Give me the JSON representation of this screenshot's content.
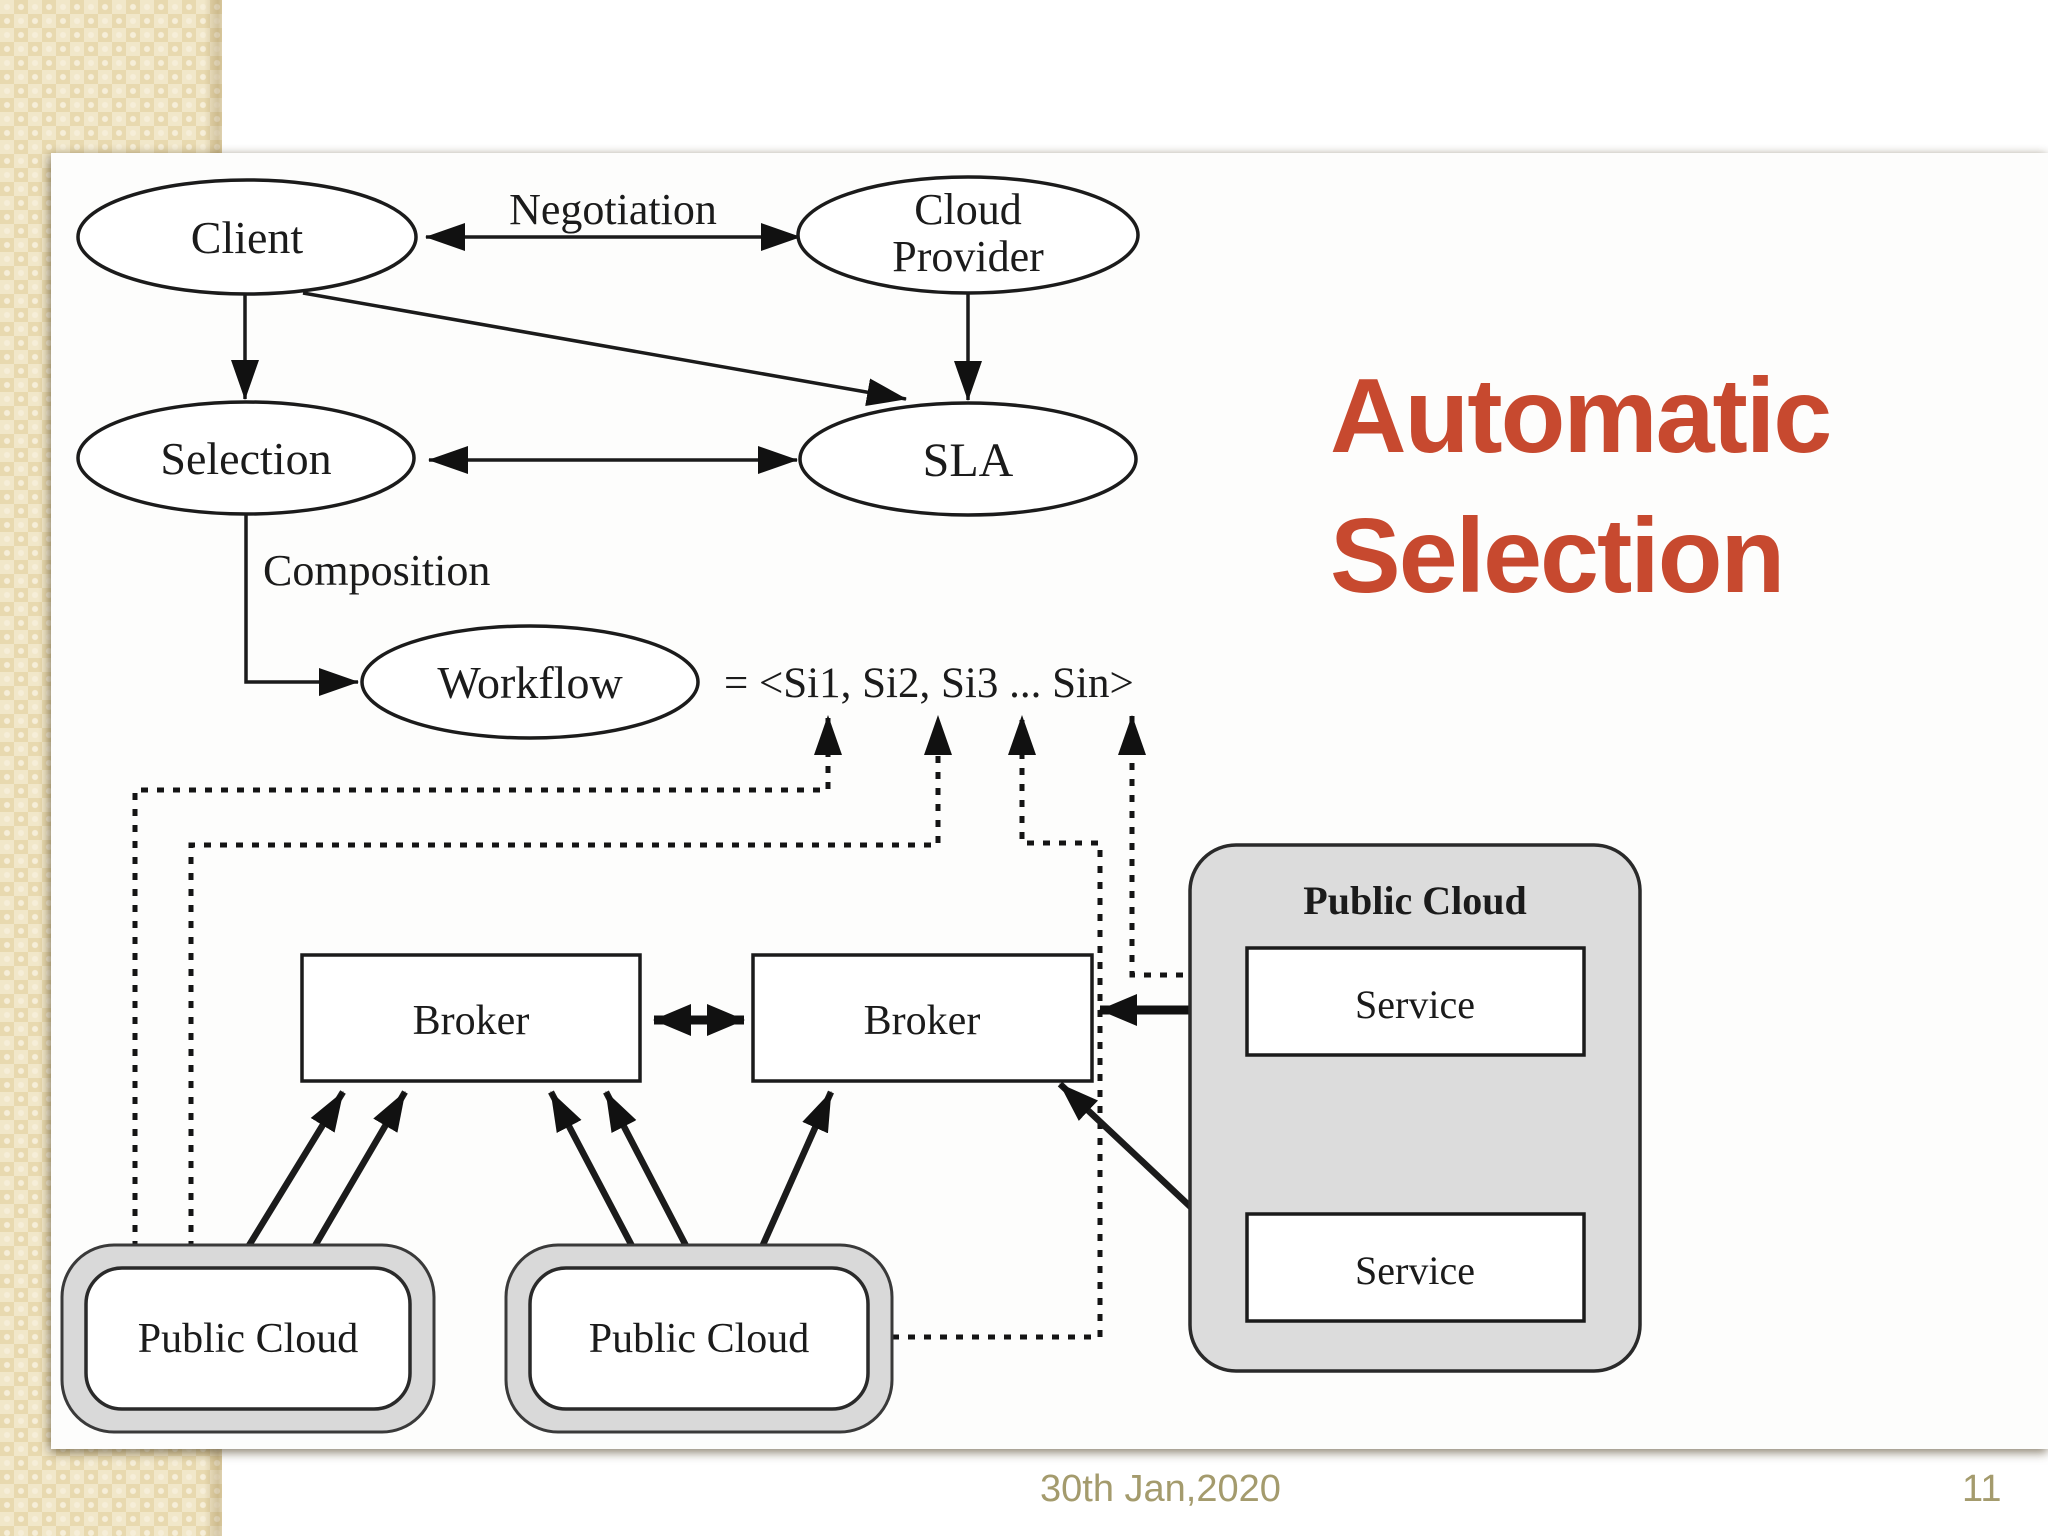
{
  "slide": {
    "title_line1": "Automatic",
    "title_line2": "Selection",
    "title_color": "#c7492f",
    "footer_date": "30th Jan,2020",
    "page_number": "11",
    "footer_color": "#a49b6d",
    "sidebar_color": "#eee1bd"
  },
  "diagram": {
    "nodes": {
      "client": "Client",
      "cloud_provider_line1": "Cloud",
      "cloud_provider_line2": "Provider",
      "selection": "Selection",
      "sla": "SLA",
      "workflow": "Workflow",
      "broker_left": "Broker",
      "broker_right": "Broker",
      "public_cloud_left": "Public Cloud",
      "public_cloud_middle": "Public Cloud",
      "public_cloud_container": "Public Cloud",
      "service_top": "Service",
      "service_bottom": "Service"
    },
    "edge_labels": {
      "negotiation": "Negotiation",
      "composition": "Composition",
      "workflow_expression": "= <Si1, Si2, Si3 ... Sin>"
    }
  }
}
